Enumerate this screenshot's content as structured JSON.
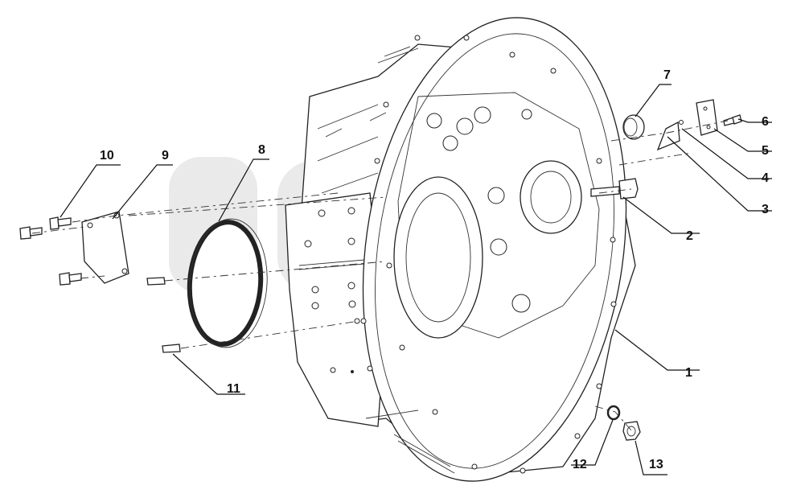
{
  "callouts": [
    {
      "id": "1",
      "text": "1"
    },
    {
      "id": "2",
      "text": "2"
    },
    {
      "id": "3",
      "text": "3"
    },
    {
      "id": "4",
      "text": "4"
    },
    {
      "id": "5",
      "text": "5"
    },
    {
      "id": "6",
      "text": "6"
    },
    {
      "id": "7",
      "text": "7"
    },
    {
      "id": "8",
      "text": "8"
    },
    {
      "id": "9",
      "text": "9"
    },
    {
      "id": "10",
      "text": "10"
    },
    {
      "id": "11",
      "text": "11"
    },
    {
      "id": "12",
      "text": "12"
    },
    {
      "id": "13",
      "text": "13"
    }
  ],
  "watermark": {
    "text": "ЗОФЕ"
  }
}
